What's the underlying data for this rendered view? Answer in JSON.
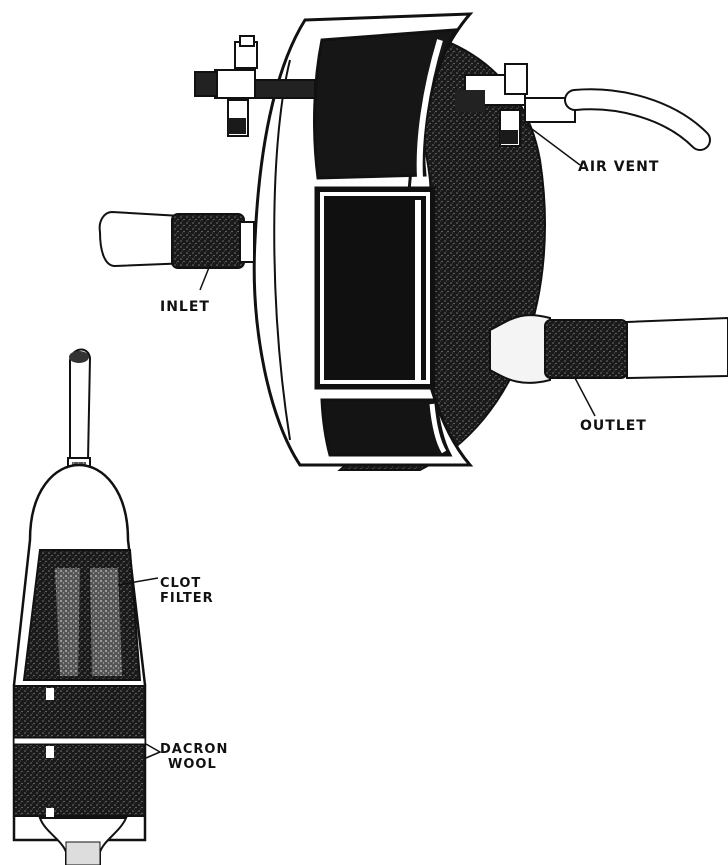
{
  "labels": {
    "air_vent": "AIR VENT",
    "inlet": "INLET",
    "outlet": "OUTLET",
    "clot_filter_line1": "CLOT",
    "clot_filter_line2": "FILTER",
    "dacron_wool_line1": "DACRON",
    "dacron_wool_line2": "WOOL"
  },
  "colors": {
    "ink": "#111111",
    "paper": "#ffffff",
    "shade": "#2a2a2a"
  }
}
